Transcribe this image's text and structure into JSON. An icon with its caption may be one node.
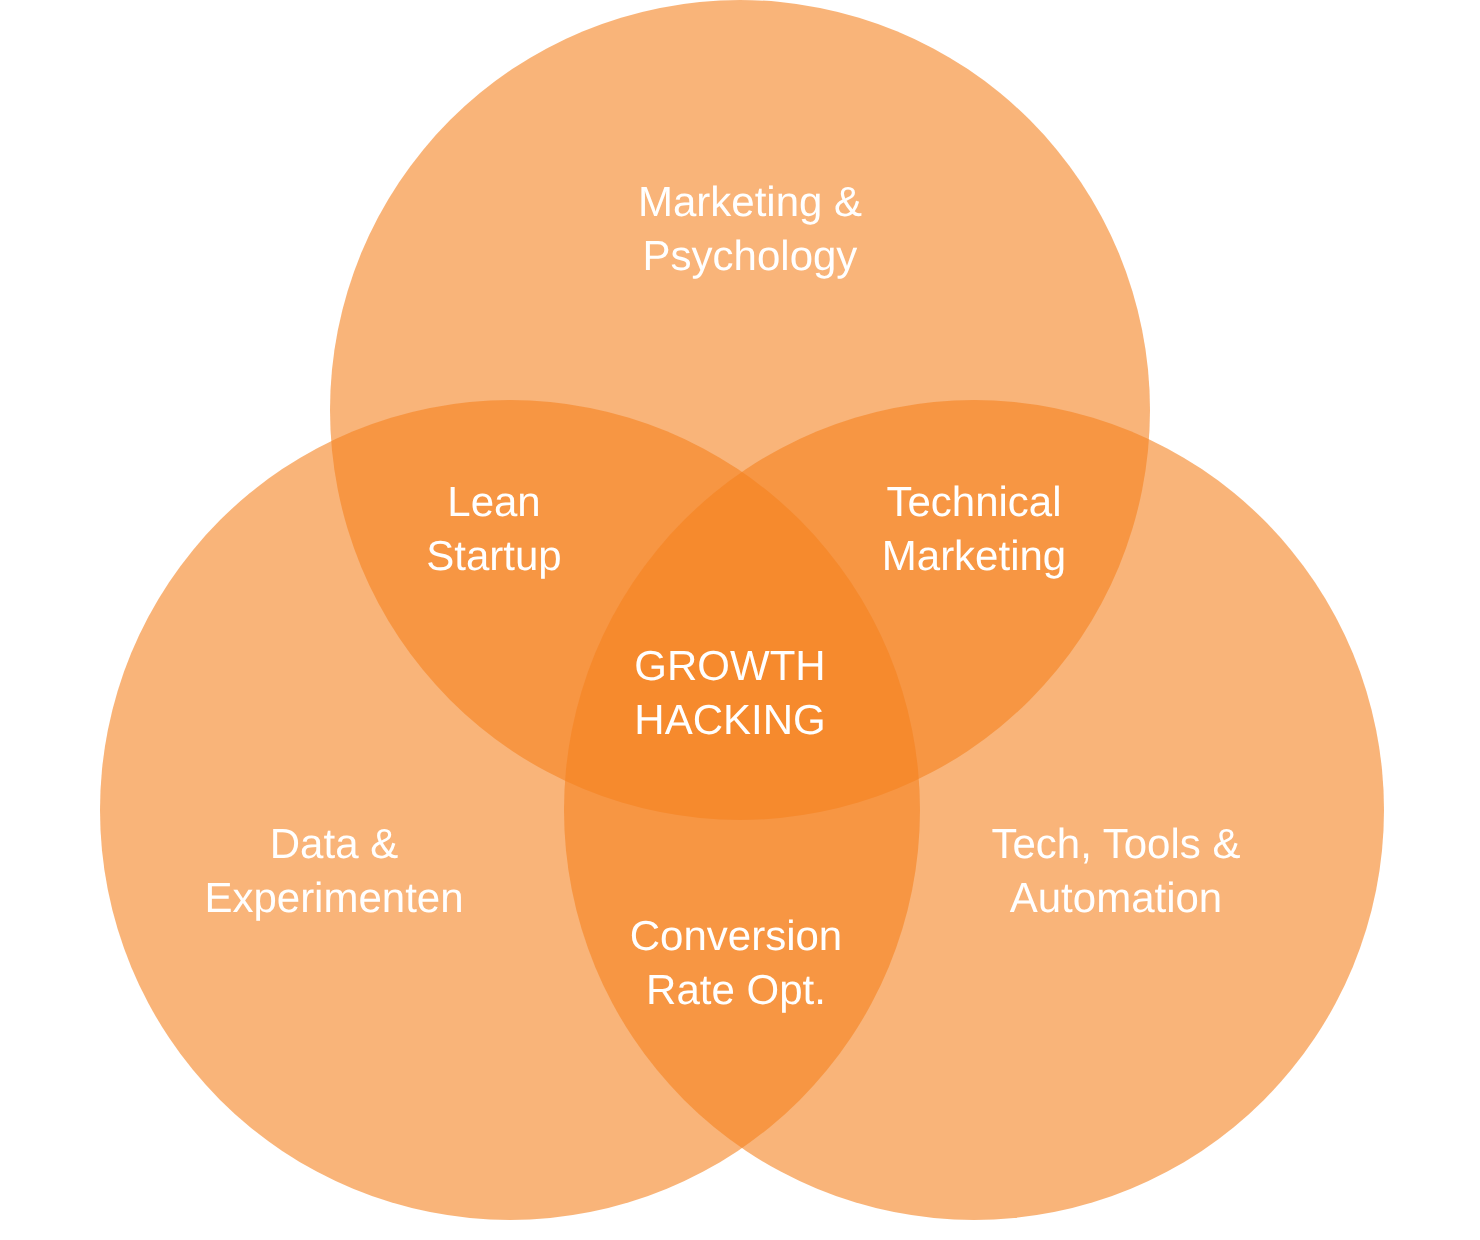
{
  "diagram": {
    "nodes": [
      {
        "text": [
          "Marketing & Psychology"
        ]
      },
      {
        "text": [
          "Data & Experimenten"
        ]
      },
      {
        "text": [
          "Tech, Tools & Automation"
        ]
      },
      {
        "text": [
          "Lean Startup"
        ]
      },
      {
        "text": [
          "Technical Marketing"
        ]
      },
      {
        "text": [
          "GROWTH HACKING"
        ]
      },
      {
        "text": [
          "Conversion Rate Opt."
        ]
      }
    ],
    "edges": []
  }
}
